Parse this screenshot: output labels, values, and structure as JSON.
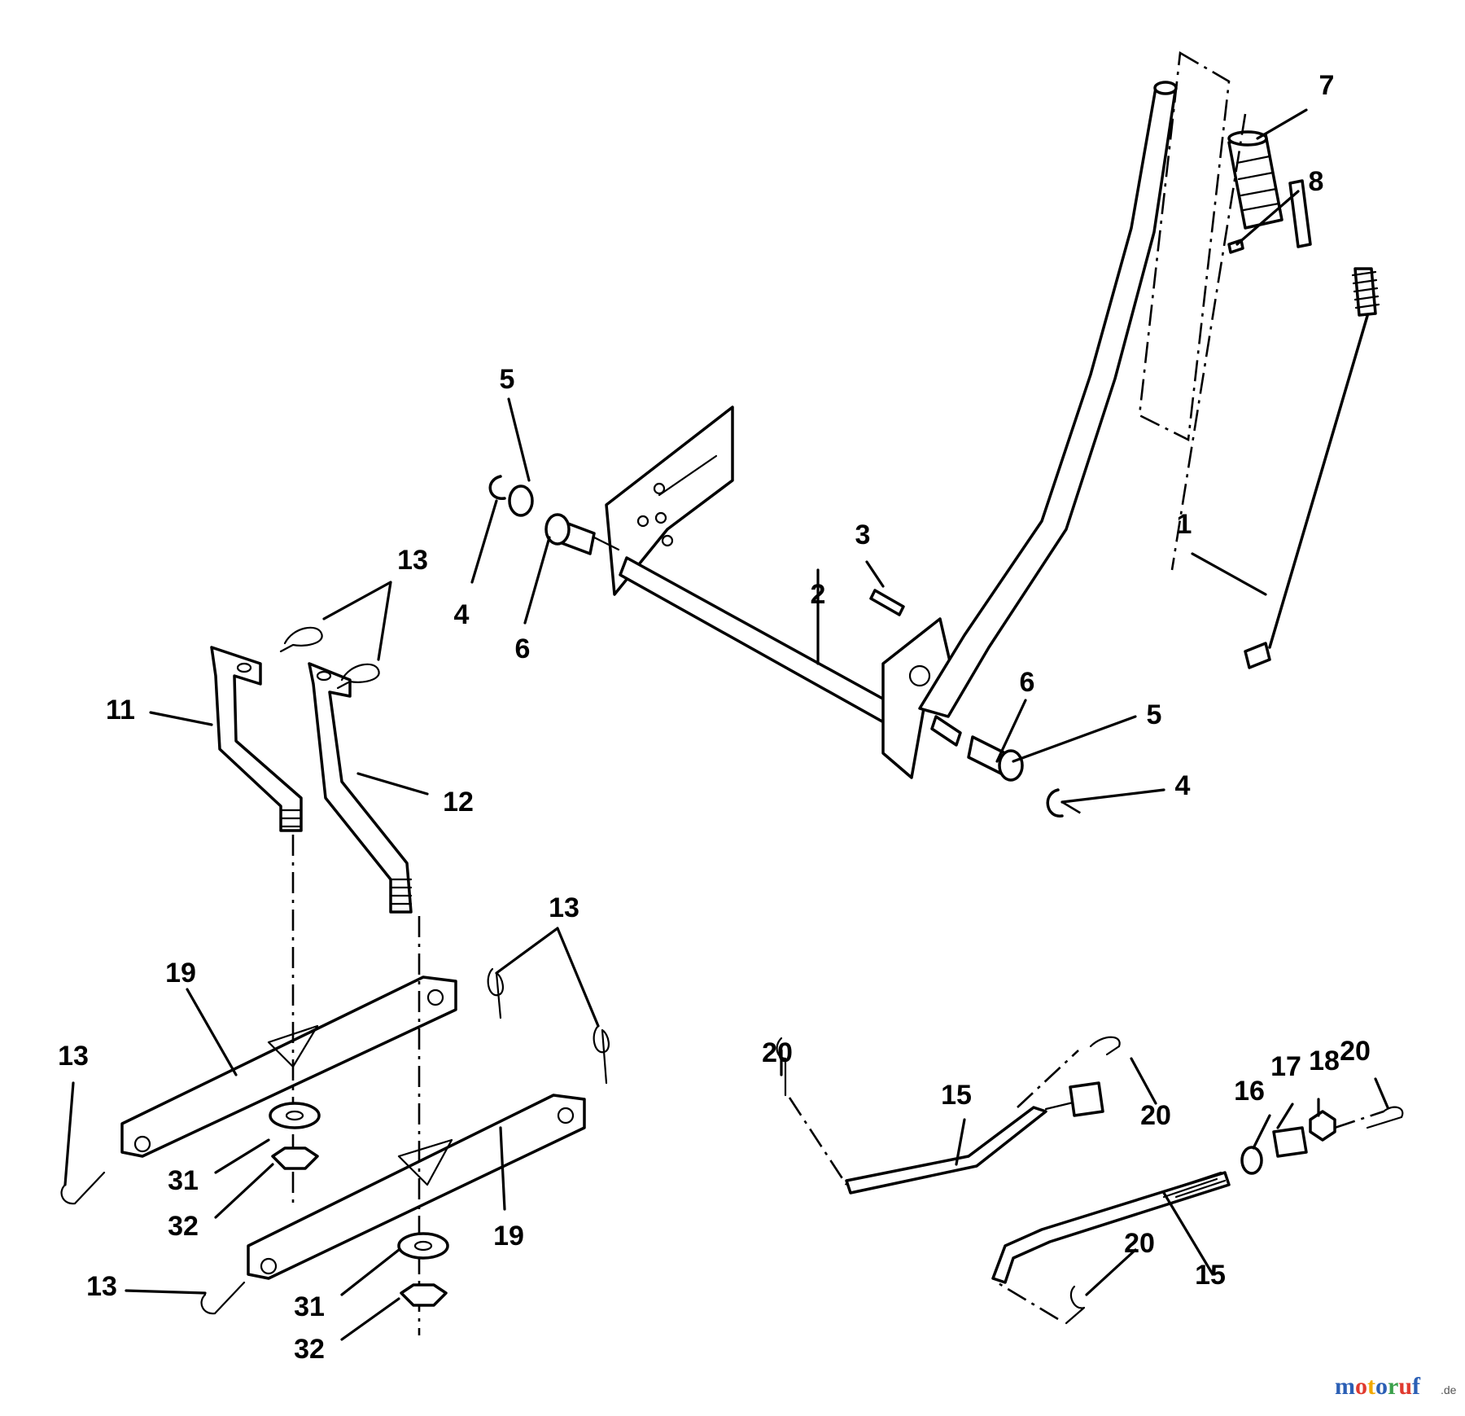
{
  "callouts": {
    "c1": "1",
    "c2": "2",
    "c3": "3",
    "c4a": "4",
    "c4b": "4",
    "c5a": "5",
    "c5b": "5",
    "c6a": "6",
    "c6b": "6",
    "c7": "7",
    "c8": "8",
    "c11": "11",
    "c12": "12",
    "c13a": "13",
    "c13b": "13",
    "c13c": "13",
    "c13d": "13",
    "c15a": "15",
    "c15b": "15",
    "c16": "16",
    "c17": "17",
    "c18": "18",
    "c19a": "19",
    "c19b": "19",
    "c20a": "20",
    "c20b": "20",
    "c20c": "20",
    "c20d": "20",
    "c31a": "31",
    "c31b": "31",
    "c32a": "32",
    "c32b": "32"
  },
  "watermark": {
    "brand": "motoruf",
    "tld": ".de",
    "colors": [
      "#2b5fb5",
      "#e03a2f",
      "#f2a900",
      "#2b5fb5",
      "#3aa04a",
      "#e03a2f",
      "#2b5fb5"
    ]
  }
}
